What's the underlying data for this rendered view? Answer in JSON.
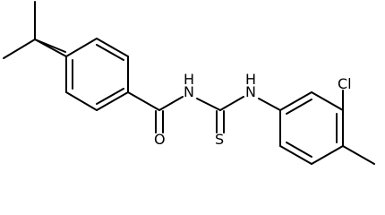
{
  "molecule": {
    "atoms": {
      "carbonyl_oxygen": "O",
      "amide_nh": "H\nN",
      "thioamide_nh": "H\nN",
      "thione_sulfur": "S",
      "chlorine": "Cl"
    },
    "colors": {
      "bonds": "#000000",
      "labels": "#000000",
      "background": "#ffffff"
    }
  }
}
